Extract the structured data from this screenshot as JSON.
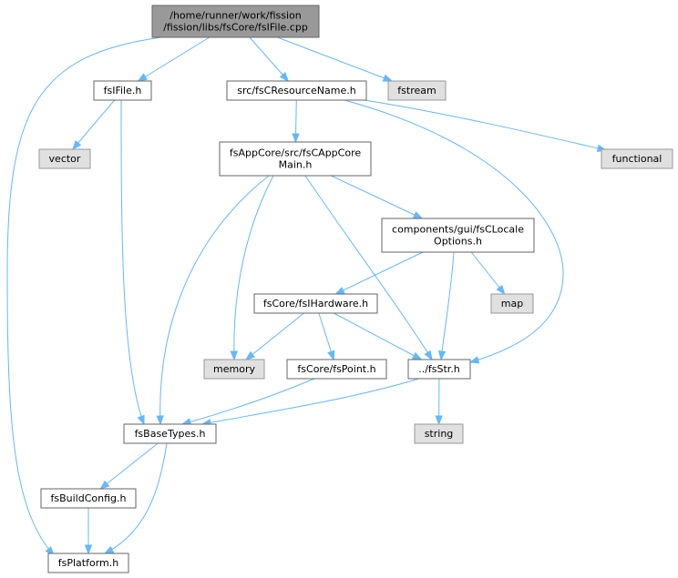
{
  "colors": {
    "root_fill": "#999999",
    "root_stroke": "#666666",
    "header_fill": "#ffffff",
    "header_stroke": "#666666",
    "system_fill": "#e0e0e0",
    "system_stroke": "#999999",
    "edge": "#63b8ff"
  },
  "nodes": [
    {
      "id": "root",
      "kind": "root",
      "lines": [
        "/home/runner/work/fission",
        "/fission/libs/fsCore/fsIFile.cpp"
      ]
    },
    {
      "id": "fsIFile_h",
      "kind": "header",
      "lines": [
        "fsIFile.h"
      ]
    },
    {
      "id": "fsCResourceName_h",
      "kind": "header",
      "lines": [
        "src/fsCResourceName.h"
      ]
    },
    {
      "id": "fstream",
      "kind": "system",
      "lines": [
        "fstream"
      ]
    },
    {
      "id": "vector",
      "kind": "system",
      "lines": [
        "vector"
      ]
    },
    {
      "id": "functional",
      "kind": "system",
      "lines": [
        "functional"
      ]
    },
    {
      "id": "fsCAppCoreMain_h",
      "kind": "header",
      "lines": [
        "fsAppCore/src/fsCAppCore",
        "Main.h"
      ]
    },
    {
      "id": "fsCLocaleOptions_h",
      "kind": "header",
      "lines": [
        "components/gui/fsCLocale",
        "Options.h"
      ]
    },
    {
      "id": "map",
      "kind": "system",
      "lines": [
        "map"
      ]
    },
    {
      "id": "fsIHardware_h",
      "kind": "header",
      "lines": [
        "fsCore/fsIHardware.h"
      ]
    },
    {
      "id": "memory",
      "kind": "system",
      "lines": [
        "memory"
      ]
    },
    {
      "id": "fsPoint_h",
      "kind": "header",
      "lines": [
        "fsCore/fsPoint.h"
      ]
    },
    {
      "id": "fsStr_h",
      "kind": "header",
      "lines": [
        "../fsStr.h"
      ]
    },
    {
      "id": "string",
      "kind": "system",
      "lines": [
        "string"
      ]
    },
    {
      "id": "fsBaseTypes_h",
      "kind": "header",
      "lines": [
        "fsBaseTypes.h"
      ]
    },
    {
      "id": "fsBuildConfig_h",
      "kind": "header",
      "lines": [
        "fsBuildConfig.h"
      ]
    },
    {
      "id": "fsPlatform_h",
      "kind": "header",
      "lines": [
        "fsPlatform.h"
      ]
    }
  ],
  "edges": [
    [
      "root",
      "fsIFile_h"
    ],
    [
      "root",
      "fsCResourceName_h"
    ],
    [
      "root",
      "fstream"
    ],
    [
      "root",
      "fsPlatform_h"
    ],
    [
      "fsIFile_h",
      "vector"
    ],
    [
      "fsIFile_h",
      "fsBaseTypes_h"
    ],
    [
      "fsCResourceName_h",
      "functional"
    ],
    [
      "fsCResourceName_h",
      "fsCAppCoreMain_h"
    ],
    [
      "fsCResourceName_h",
      "fsStr_h"
    ],
    [
      "fsCAppCoreMain_h",
      "fsCLocaleOptions_h"
    ],
    [
      "fsCAppCoreMain_h",
      "memory"
    ],
    [
      "fsCAppCoreMain_h",
      "fsBaseTypes_h"
    ],
    [
      "fsCAppCoreMain_h",
      "fsStr_h"
    ],
    [
      "fsCLocaleOptions_h",
      "fsIHardware_h"
    ],
    [
      "fsCLocaleOptions_h",
      "map"
    ],
    [
      "fsCLocaleOptions_h",
      "fsStr_h"
    ],
    [
      "fsIHardware_h",
      "memory"
    ],
    [
      "fsIHardware_h",
      "fsPoint_h"
    ],
    [
      "fsIHardware_h",
      "fsStr_h"
    ],
    [
      "fsPoint_h",
      "fsBaseTypes_h"
    ],
    [
      "fsStr_h",
      "fsBaseTypes_h"
    ],
    [
      "fsStr_h",
      "string"
    ],
    [
      "fsBaseTypes_h",
      "fsBuildConfig_h"
    ],
    [
      "fsBaseTypes_h",
      "fsPlatform_h"
    ],
    [
      "fsBuildConfig_h",
      "fsPlatform_h"
    ]
  ]
}
